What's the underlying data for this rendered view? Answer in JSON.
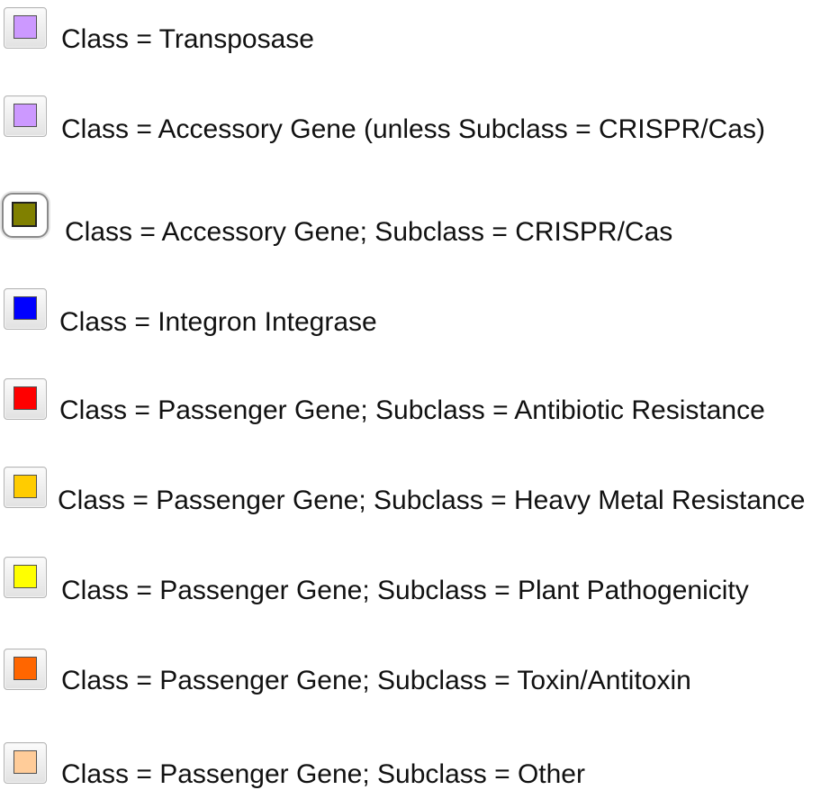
{
  "legend": {
    "items": [
      {
        "label": "Class = Transposase",
        "color": "#cc99ff"
      },
      {
        "label": "Class = Accessory Gene (unless Subclass = CRISPR/Cas)",
        "color": "#cc99ff"
      },
      {
        "label": "Class = Accessory Gene; Subclass = CRISPR/Cas",
        "color": "#808000"
      },
      {
        "label": "Class = Integron Integrase",
        "color": "#0000ff"
      },
      {
        "label": "Class = Passenger Gene; Subclass = Antibiotic Resistance",
        "color": "#ff0000"
      },
      {
        "label": "Class = Passenger Gene; Subclass = Heavy Metal Resistance",
        "color": "#ffcc00"
      },
      {
        "label": "Class = Passenger Gene; Subclass = Plant Pathogenicity",
        "color": "#ffff00"
      },
      {
        "label": "Class = Passenger Gene; Subclass = Toxin/Antitoxin",
        "color": "#ff6600"
      },
      {
        "label": "Class = Passenger Gene; Subclass = Other",
        "color": "#ffcc99"
      }
    ]
  }
}
